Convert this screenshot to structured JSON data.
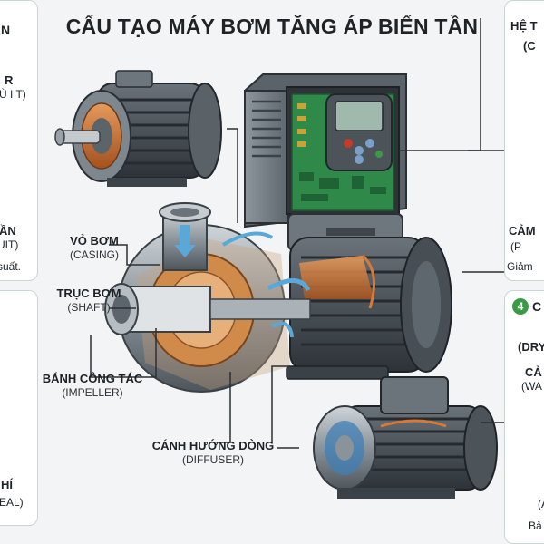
{
  "title": "CẤU TẠO MÁY BƠM TĂNG ÁP BIẾN TẦN",
  "left_top_panel": {
    "line1": "N",
    "line2": "R",
    "line3": "Ù I T)",
    "line4": "ẦN",
    "line5": "UIT)",
    "line6": "suất."
  },
  "left_bottom_panel": {
    "line1": "HÍ",
    "line2": "EAL)"
  },
  "right_top_panel": {
    "line1": "HỆ T",
    "line2": "(C",
    "line3": "CẢM",
    "line4": "(P",
    "line5": "Giảm"
  },
  "right_bottom_panel": {
    "badge": "4",
    "line1": "C",
    "line2": "(DRY",
    "line3": "CẢ",
    "line4": "(WA",
    "line5": "(A",
    "line6": "Bả"
  },
  "labels": {
    "casing": {
      "main": "VỎ BƠM",
      "sub": "(CASING)"
    },
    "shaft": {
      "main": "TRỤC BƠM",
      "sub": "(SHAFT)"
    },
    "impeller": {
      "main": "BÁNH CÔNG TÁC",
      "sub": "(IMPELLER)"
    },
    "diffuser": {
      "main": "CÁNH HƯỚNG DÒNG",
      "sub": "(DIFFUSER)"
    }
  },
  "colors": {
    "panel_border": "#c9d6d2",
    "metal_dark": "#3e4449",
    "metal_mid": "#7c858c",
    "metal_light": "#b9c1c6",
    "pcb_green": "#2f8a4a",
    "lcd": "#9fb9ad",
    "copper": "#c96a2c",
    "water_blue": "#5aa8d8",
    "badge_green": "#3a9a45"
  }
}
